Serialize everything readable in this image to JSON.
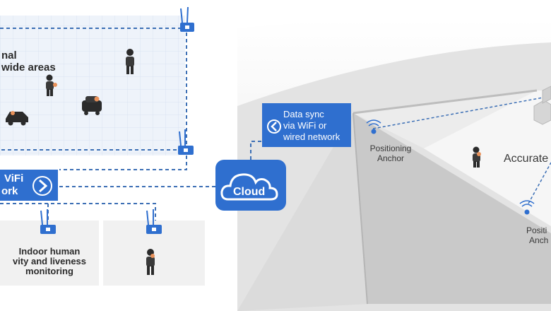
{
  "left_panel": {
    "heading_line1": "nal",
    "heading_line2": "wide areas",
    "wifi_box_line1": "ViFi",
    "wifi_box_line2": "ork"
  },
  "bottom_panels": [
    {
      "label_line1": "Indoor human",
      "label_line2": "vity and liveness",
      "label_line3": "monitoring"
    }
  ],
  "cloud": {
    "label": "Cloud"
  },
  "sync_box": {
    "line1": "Data sync",
    "line2": "via WiFi or",
    "line3": "wired network"
  },
  "building": {
    "anchor_left_line1": "Positioning",
    "anchor_left_line2": "Anchor",
    "accurate_label": "Accurate",
    "anchor_right_line1": "Positi",
    "anchor_right_line2": "Anch"
  },
  "colors": {
    "accent_blue": "#2f6fcf",
    "dash_blue": "#3c6fb5",
    "grid_bg": "#eef3fa",
    "panel_gray": "#f1f1f1"
  },
  "icons": [
    "router-icon",
    "person-icon",
    "car-icon",
    "cloud-icon",
    "chevron-right-icon",
    "wifi-signal-icon",
    "server-icon"
  ]
}
